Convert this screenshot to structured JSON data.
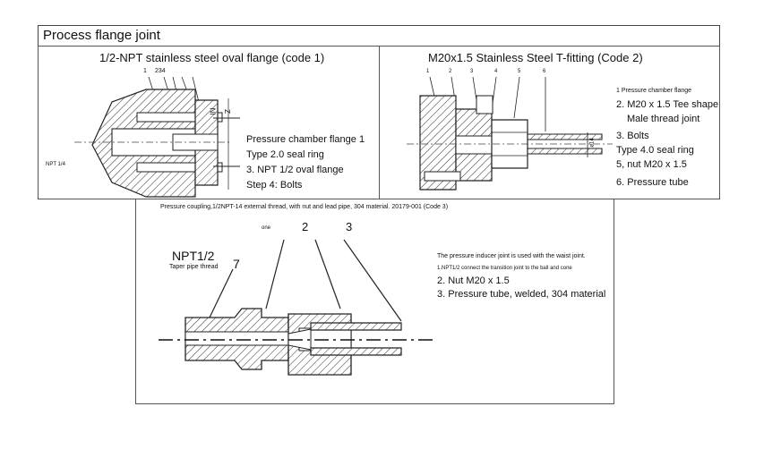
{
  "title": "Process flange joint",
  "panel1": {
    "heading": "1/2-NPT stainless steel oval flange (code 1)",
    "callouts": [
      "1",
      "234"
    ],
    "side_mark": "NI",
    "z_mark": "Z",
    "left_label": "NPT 1/4",
    "lines": [
      "Pressure chamber flange 1",
      "Type 2.0 seal ring",
      "3. NPT 1/2 oval flange",
      "Step 4: Bolts"
    ]
  },
  "panel2": {
    "heading": "M20x1.5 Stainless Steel T-fitting (Code 2)",
    "callouts": [
      "1",
      "2",
      "3",
      "4",
      "5",
      "6"
    ],
    "dim_label": "ø14",
    "lines": [
      "1 Pressure chamber flange",
      "2. M20 x 1.5 Tee shape",
      "Male thread joint",
      "3. Bolts",
      "Type 4.0 seal ring",
      "5, nut M20 x 1.5",
      "6. Pressure tube"
    ]
  },
  "panel3": {
    "caption": "Pressure coupling,1/2NPT-14 external thread, with nut and lead pipe, 304 material. 20179-001 (Code 3)",
    "npt_label": "NPT1/2",
    "taper_label": "Taper pipe thread",
    "callout_one": "one",
    "callout_2": "2",
    "callout_3": "3",
    "callout_7": "7",
    "lines": [
      "The pressure inducer joint is used with the waist joint.",
      "1.NPT1/2 connect the transition joint to the ball and cone",
      "2. Nut M20 x 1.5",
      "3. Pressure tube, welded, 304 material"
    ]
  }
}
